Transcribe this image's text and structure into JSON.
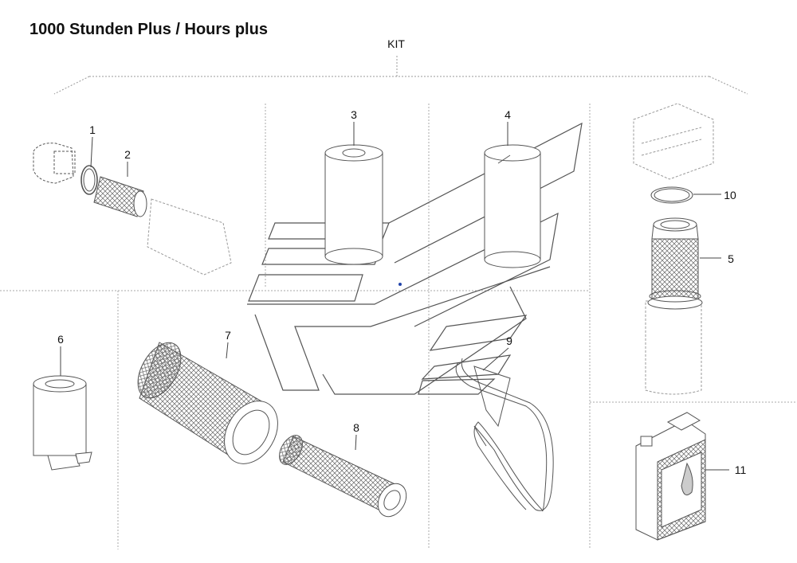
{
  "title": "1000 Stunden Plus / Hours plus",
  "kit_label": "KIT",
  "parts": [
    {
      "number": "1"
    },
    {
      "number": "2"
    },
    {
      "number": "3"
    },
    {
      "number": "4"
    },
    {
      "number": "5"
    },
    {
      "number": "6"
    },
    {
      "number": "7"
    },
    {
      "number": "8"
    },
    {
      "number": "9"
    },
    {
      "number": "10"
    },
    {
      "number": "11"
    }
  ],
  "colors": {
    "line": "#555555",
    "hatch": "#777777",
    "dashed": "#999999",
    "watermark": "#555555"
  }
}
